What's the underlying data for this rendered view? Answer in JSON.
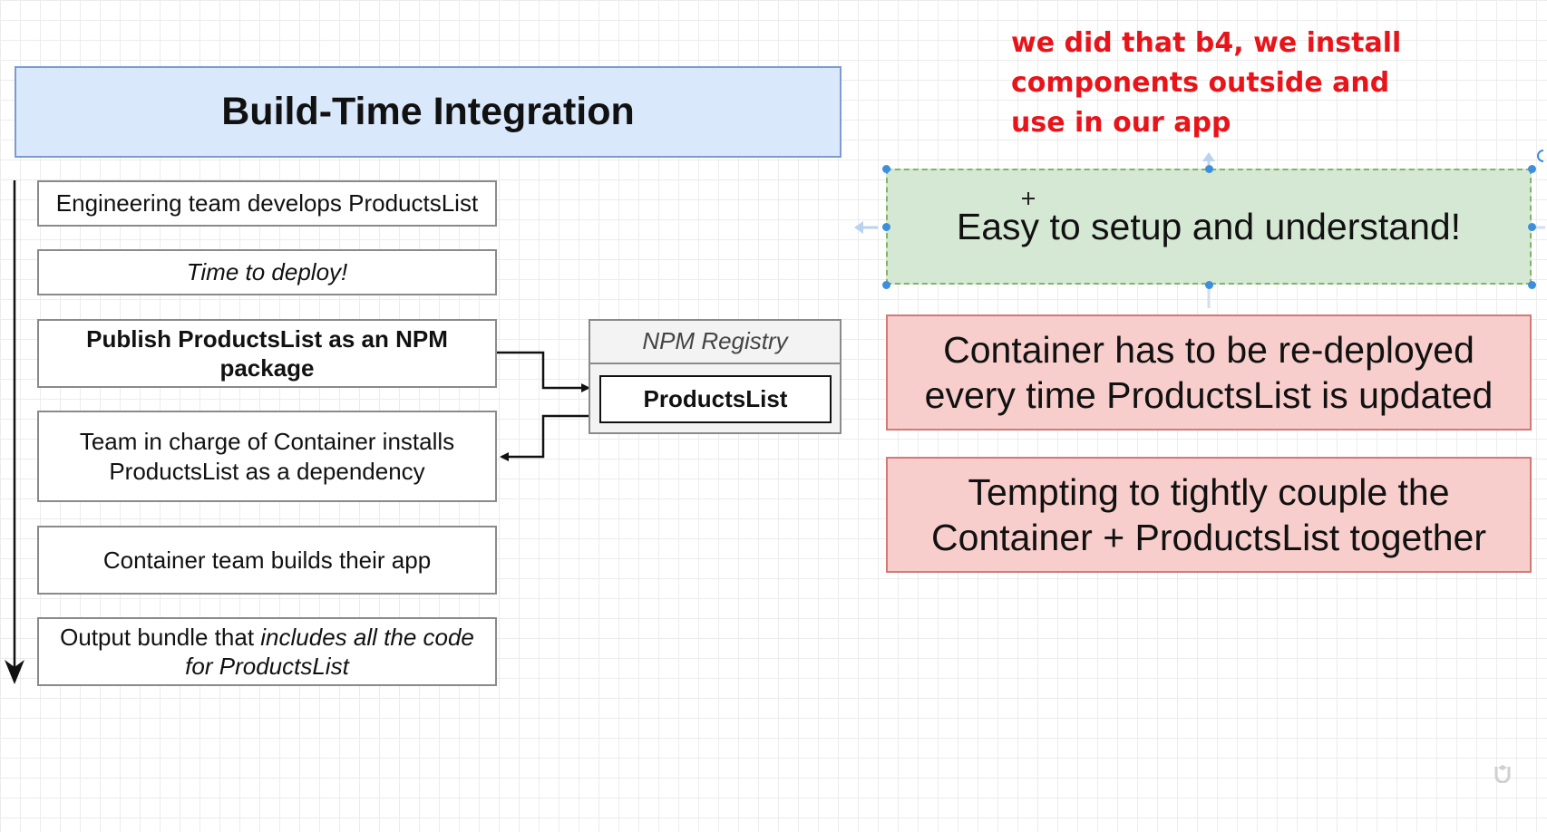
{
  "title": "Build-Time Integration",
  "steps": {
    "s1": "Engineering team develops ProductsList",
    "s2": "Time to deploy!",
    "s3": "Publish ProductsList as an NPM package",
    "s4": "Team in charge of Container installs ProductsList as a dependency",
    "s5": "Container team builds their app",
    "s6_prefix": "Output bundle that ",
    "s6_italic": "includes all the code for ProductsList"
  },
  "registry": {
    "label": "NPM Registry",
    "item": "ProductsList"
  },
  "notes": {
    "pro": "Easy to setup and understand!",
    "con1": "Container has to be re-deployed every time ProductsList is updated",
    "con2": "Tempting to tightly couple the Container + ProductsList together"
  },
  "annotation": "we did that b4, we install components outside and use in our app",
  "colors": {
    "title_fill": "#dae8fc",
    "pro_fill": "#d5e8d4",
    "con_fill": "#f8cecc",
    "annotation_text": "#e8141a"
  }
}
